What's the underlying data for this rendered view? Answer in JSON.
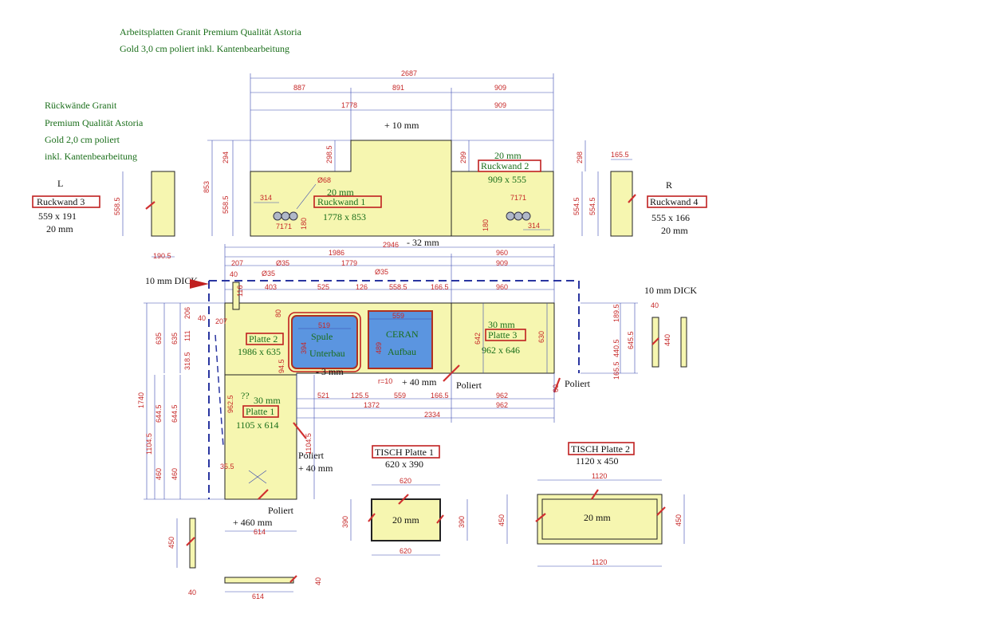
{
  "header": {
    "line1": "Arbeitsplatten Granit Premium Qualität Astoria",
    "line2": "Gold 3,0 cm poliert inkl. Kantenbearbeitung"
  },
  "backwall_note": {
    "line1": "Rückwände Granit",
    "line2": "Premium Qualität Astoria",
    "line3": "Gold 2,0 cm poliert",
    "line4": "inkl. Kantenbearbeitung"
  },
  "colors": {
    "slab": "#f6f6b0",
    "sink": "#5b95e0",
    "dim": "#3a4ab0",
    "accent": "#c02020",
    "label": "#1a6e1a"
  },
  "dims_top": {
    "d2687": "2687",
    "d887": "887",
    "d891": "891",
    "d909a": "909",
    "d1778": "1778",
    "d909b": "909",
    "plus10": "+ 10 mm",
    "d294": "294",
    "d298_5": "298.5",
    "d853": "853",
    "d558_5a": "558.5",
    "d314a": "314",
    "d68": "Ø68",
    "d7171a": "7171",
    "d180a": "180",
    "d299": "299",
    "d298": "298",
    "d554_5a": "554.5",
    "d554_5b": "554.5",
    "d7171b": "7171",
    "d180b": "180",
    "d314b": "314",
    "d165_5": "165.5",
    "d558_5b": "558.5",
    "d190_5": "190.5"
  },
  "backwalls": {
    "rw1": {
      "name": "Ruckwand 1",
      "size": "1778 x 853",
      "thick": "20 mm"
    },
    "rw2": {
      "name": "Ruckwand 2",
      "size": "909 x 555",
      "thick": "20 mm"
    },
    "rw3": {
      "name": "Ruckwand 3",
      "size": "559 x 191",
      "thick": "20 mm",
      "side": "L"
    },
    "rw4": {
      "name": "Ruckwand 4",
      "size": "555 x 166",
      "thick": "20 mm",
      "side": "R"
    }
  },
  "dims_mid": {
    "d2946": "2946",
    "minus32": "- 32 mm",
    "d1986": "1986",
    "d960a": "960",
    "d207a": "207",
    "d35a": "Ø35",
    "d1779": "1779",
    "d909c": "909",
    "d40a": "40",
    "d35b": "Ø35",
    "d35c": "Ø35",
    "d403": "403",
    "d525": "525",
    "d126": "126",
    "d558_5c": "558.5",
    "d166_5a": "166.5",
    "d960b": "960",
    "d116": "116",
    "d80": "80",
    "d519": "519",
    "d559a": "559",
    "d394": "394",
    "d489": "489",
    "d642": "642",
    "d630": "630",
    "d189_5": "189.5",
    "d440_5": "440.5",
    "d645_5": "645.5",
    "d165_5b": "165.5",
    "d207b": "207",
    "d206": "206",
    "d111": "111",
    "d40b": "40",
    "d318_5": "318.5",
    "d94_5": "94.5",
    "d635a": "635",
    "d635b": "635",
    "d1740": "1740",
    "d962_5": "962.5",
    "d644_5a": "644.5",
    "d644_5b": "644.5",
    "d1104_5a": "1104.5",
    "d1104_5b": "1104.5",
    "d460a": "460",
    "d460b": "460",
    "d35_5": "35.5",
    "r10": "r=10",
    "d521": "521",
    "d125_5": "125.5",
    "d559b": "559",
    "d166_5b": "166.5",
    "d962a": "962",
    "d1372": "1372",
    "d962b": "962",
    "d2334": "2334",
    "d60": "60",
    "d614a": "614",
    "d40c": "40",
    "d440": "440"
  },
  "labels_mid": {
    "dick_left": "10 mm DICK",
    "dick_right": "10 mm DICK",
    "platte2": "Platte 2",
    "platte2_size": "1986 x 635",
    "platte3_thick": "30 mm",
    "platte3": "Platte 3",
    "platte3_size": "962 x 646",
    "platte1_thick": "30 mm",
    "platte1": "Platte 1",
    "platte1_size": "1105 x 614",
    "qq": "??",
    "spule1": "Spule",
    "spule2": "Unterbau",
    "ceran1": "CERAN",
    "ceran2": "Aufbau",
    "minus3": "- 3 mm",
    "plus40a": "+ 40 mm",
    "poliert1": "Poliert",
    "poliert2": "Poliert",
    "poliert3": "Poliert",
    "plus40b": "+ 40 mm",
    "poliert4": "Poliert",
    "plus460": "+ 460 mm"
  },
  "tables": {
    "t1": {
      "name": "TISCH Platte 1",
      "size": "620 x 390",
      "thick": "20 mm",
      "w_top": "620",
      "w_bot": "620",
      "h_l": "390",
      "h_r": "390"
    },
    "t2": {
      "name": "TISCH Platte 2",
      "size": "1120 x 450",
      "thick": "20 mm",
      "w_top": "1120",
      "w_bot": "1120",
      "h_l": "450",
      "h_r": "450"
    }
  },
  "bottom": {
    "d450": "450",
    "d40d": "40",
    "d614b": "614",
    "d40e": "40"
  }
}
